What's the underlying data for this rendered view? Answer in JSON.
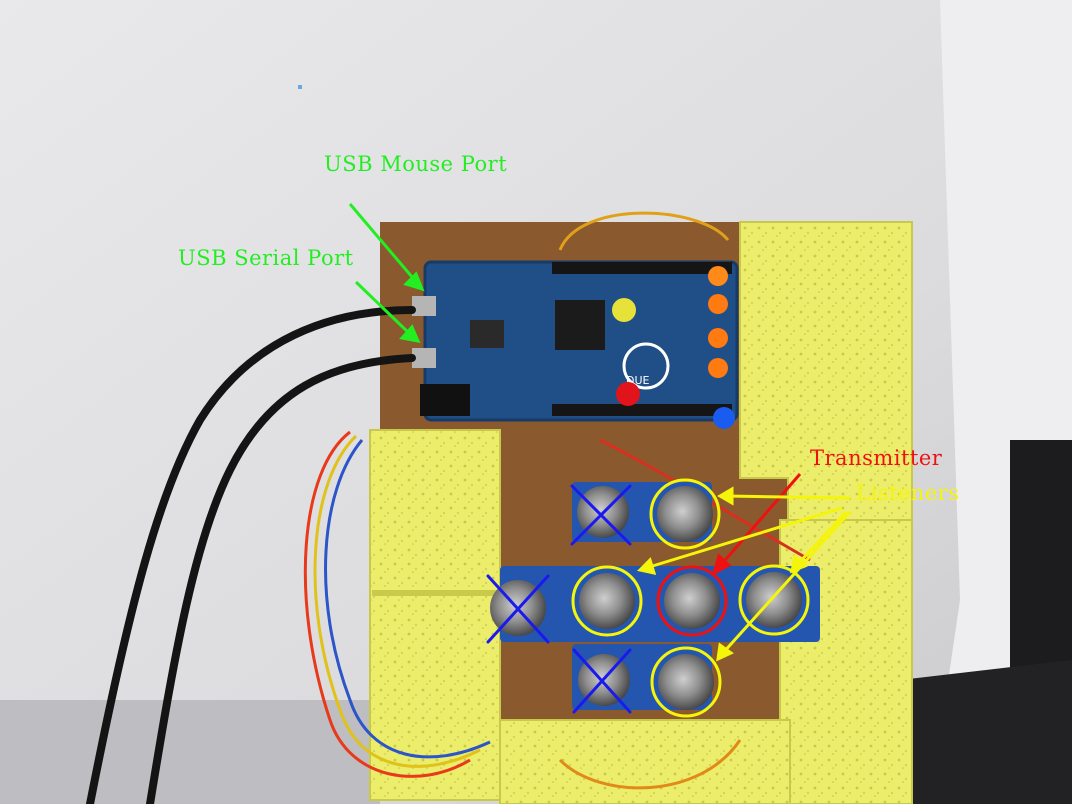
{
  "annotations": {
    "usb_mouse_port": "USB Mouse Port",
    "usb_serial_port": "USB Serial Port",
    "transmitter": "Transmitter",
    "listeners": "Listeners"
  },
  "board": {
    "logo_text": "DUE"
  },
  "colors": {
    "green_annotation": "#22ee22",
    "red_annotation": "#ee1111",
    "yellow_annotation": "#f5f50a",
    "blue_cross": "#1a1aee",
    "sponge": "#f0f070",
    "wall": "#e4e4e6"
  }
}
